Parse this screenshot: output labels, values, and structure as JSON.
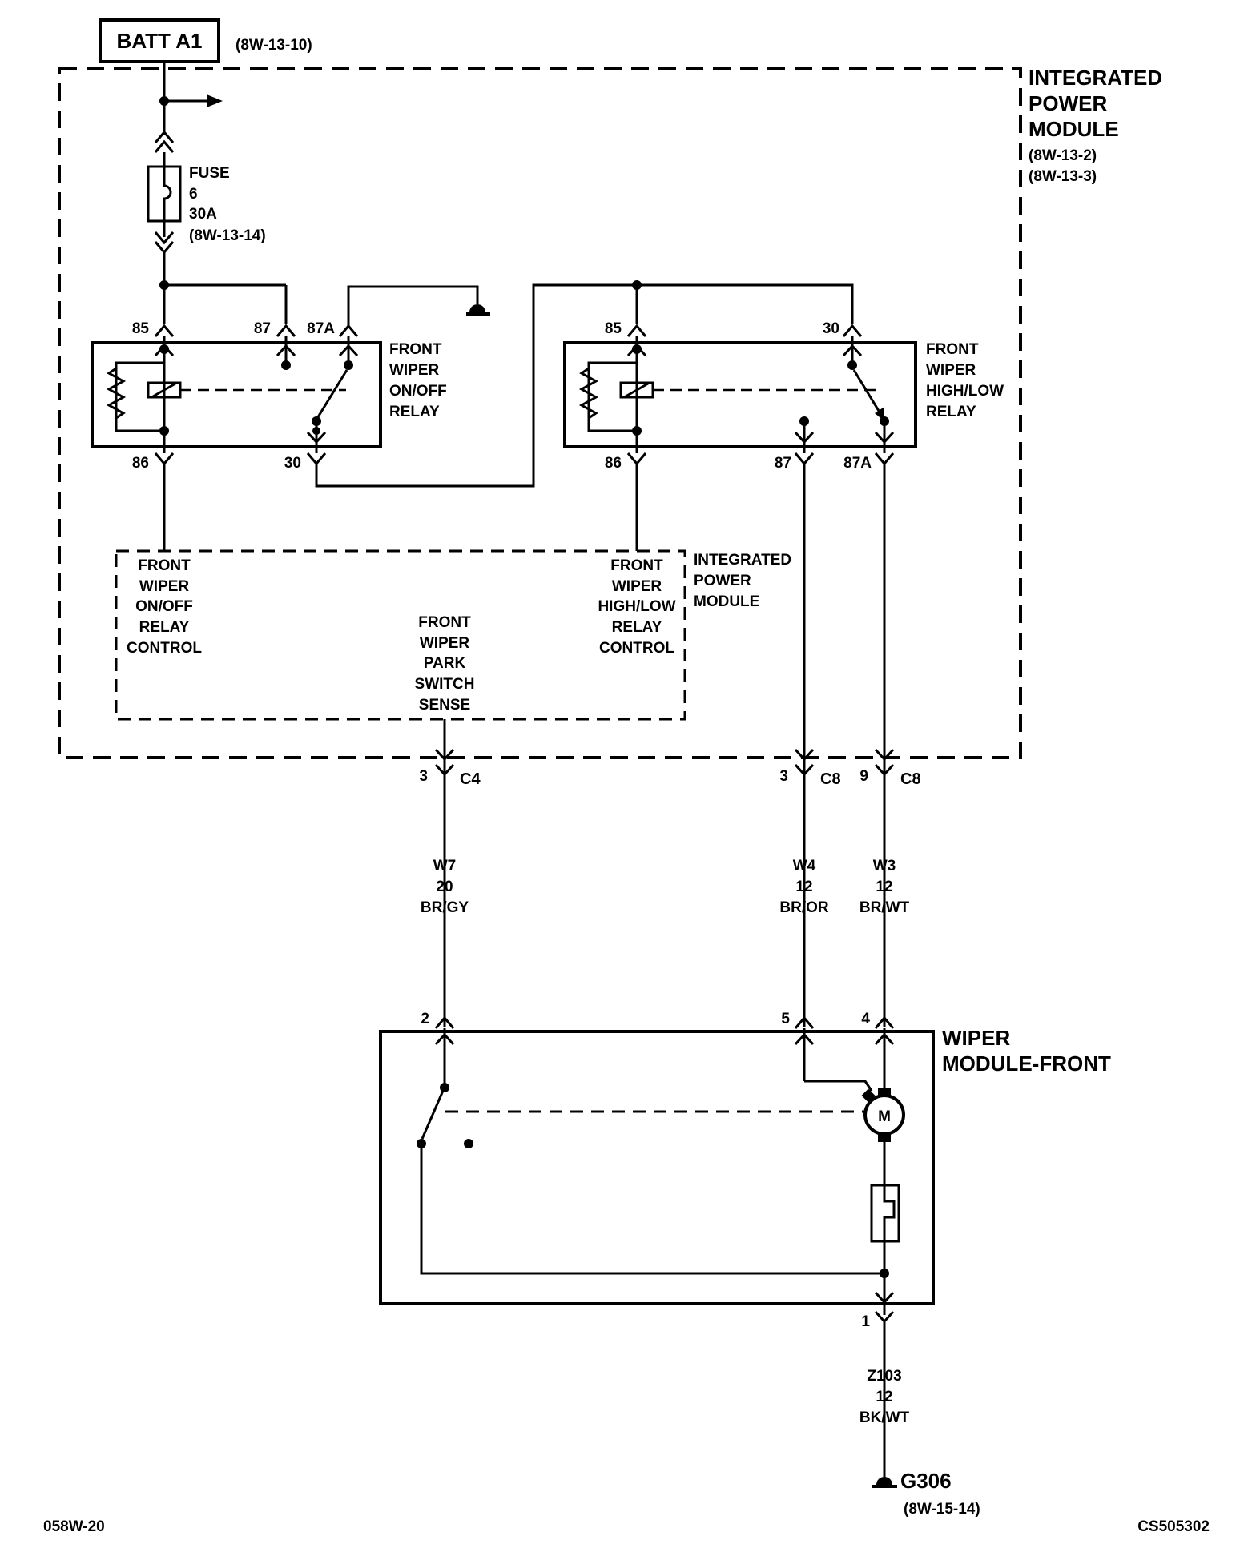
{
  "battery": {
    "name": "BATT A1",
    "ref": "(8W-13-10)"
  },
  "ipm": {
    "title": [
      "INTEGRATED",
      "POWER",
      "MODULE"
    ],
    "refs": [
      "(8W-13-2)",
      "(8W-13-3)"
    ]
  },
  "fuse": {
    "lines": [
      "FUSE",
      "6",
      "30A",
      "(8W-13-14)"
    ]
  },
  "relay_onoff": {
    "title": [
      "FRONT",
      "WIPER",
      "ON/OFF",
      "RELAY"
    ],
    "pins": {
      "p85": "85",
      "p87": "87",
      "p87a": "87A",
      "p86": "86",
      "p30": "30"
    }
  },
  "relay_hilo": {
    "title": [
      "FRONT",
      "WIPER",
      "HIGH/LOW",
      "RELAY"
    ],
    "pins": {
      "p85": "85",
      "p30": "30",
      "p86": "86",
      "p87": "87",
      "p87a": "87A"
    }
  },
  "ipm_inner": {
    "title": [
      "INTEGRATED",
      "POWER",
      "MODULE"
    ],
    "onoff_ctrl": [
      "FRONT",
      "WIPER",
      "ON/OFF",
      "RELAY",
      "CONTROL"
    ],
    "park_sense": [
      "FRONT",
      "WIPER",
      "PARK",
      "SWITCH",
      "SENSE"
    ],
    "hilo_ctrl": [
      "FRONT",
      "WIPER",
      "HIGH/LOW",
      "RELAY",
      "CONTROL"
    ]
  },
  "connectors": {
    "c4": {
      "pin": "3",
      "name": "C4"
    },
    "c8a": {
      "pin": "3",
      "name": "C8"
    },
    "c8b": {
      "pin": "9",
      "name": "C8"
    }
  },
  "wires": {
    "w7": [
      "W7",
      "20",
      "BR/GY"
    ],
    "w4": [
      "W4",
      "12",
      "BR/OR"
    ],
    "w3": [
      "W3",
      "12",
      "BR/WT"
    ],
    "z103": [
      "Z103",
      "12",
      "BK/WT"
    ]
  },
  "wiper_module": {
    "title": [
      "WIPER",
      "MODULE-FRONT"
    ],
    "pins": {
      "p2": "2",
      "p5": "5",
      "p4": "4",
      "p1": "1"
    },
    "motor": "M"
  },
  "ground": {
    "name": "G306",
    "ref": "(8W-15-14)"
  },
  "footer": {
    "left": "058W-20",
    "right": "CS505302"
  }
}
